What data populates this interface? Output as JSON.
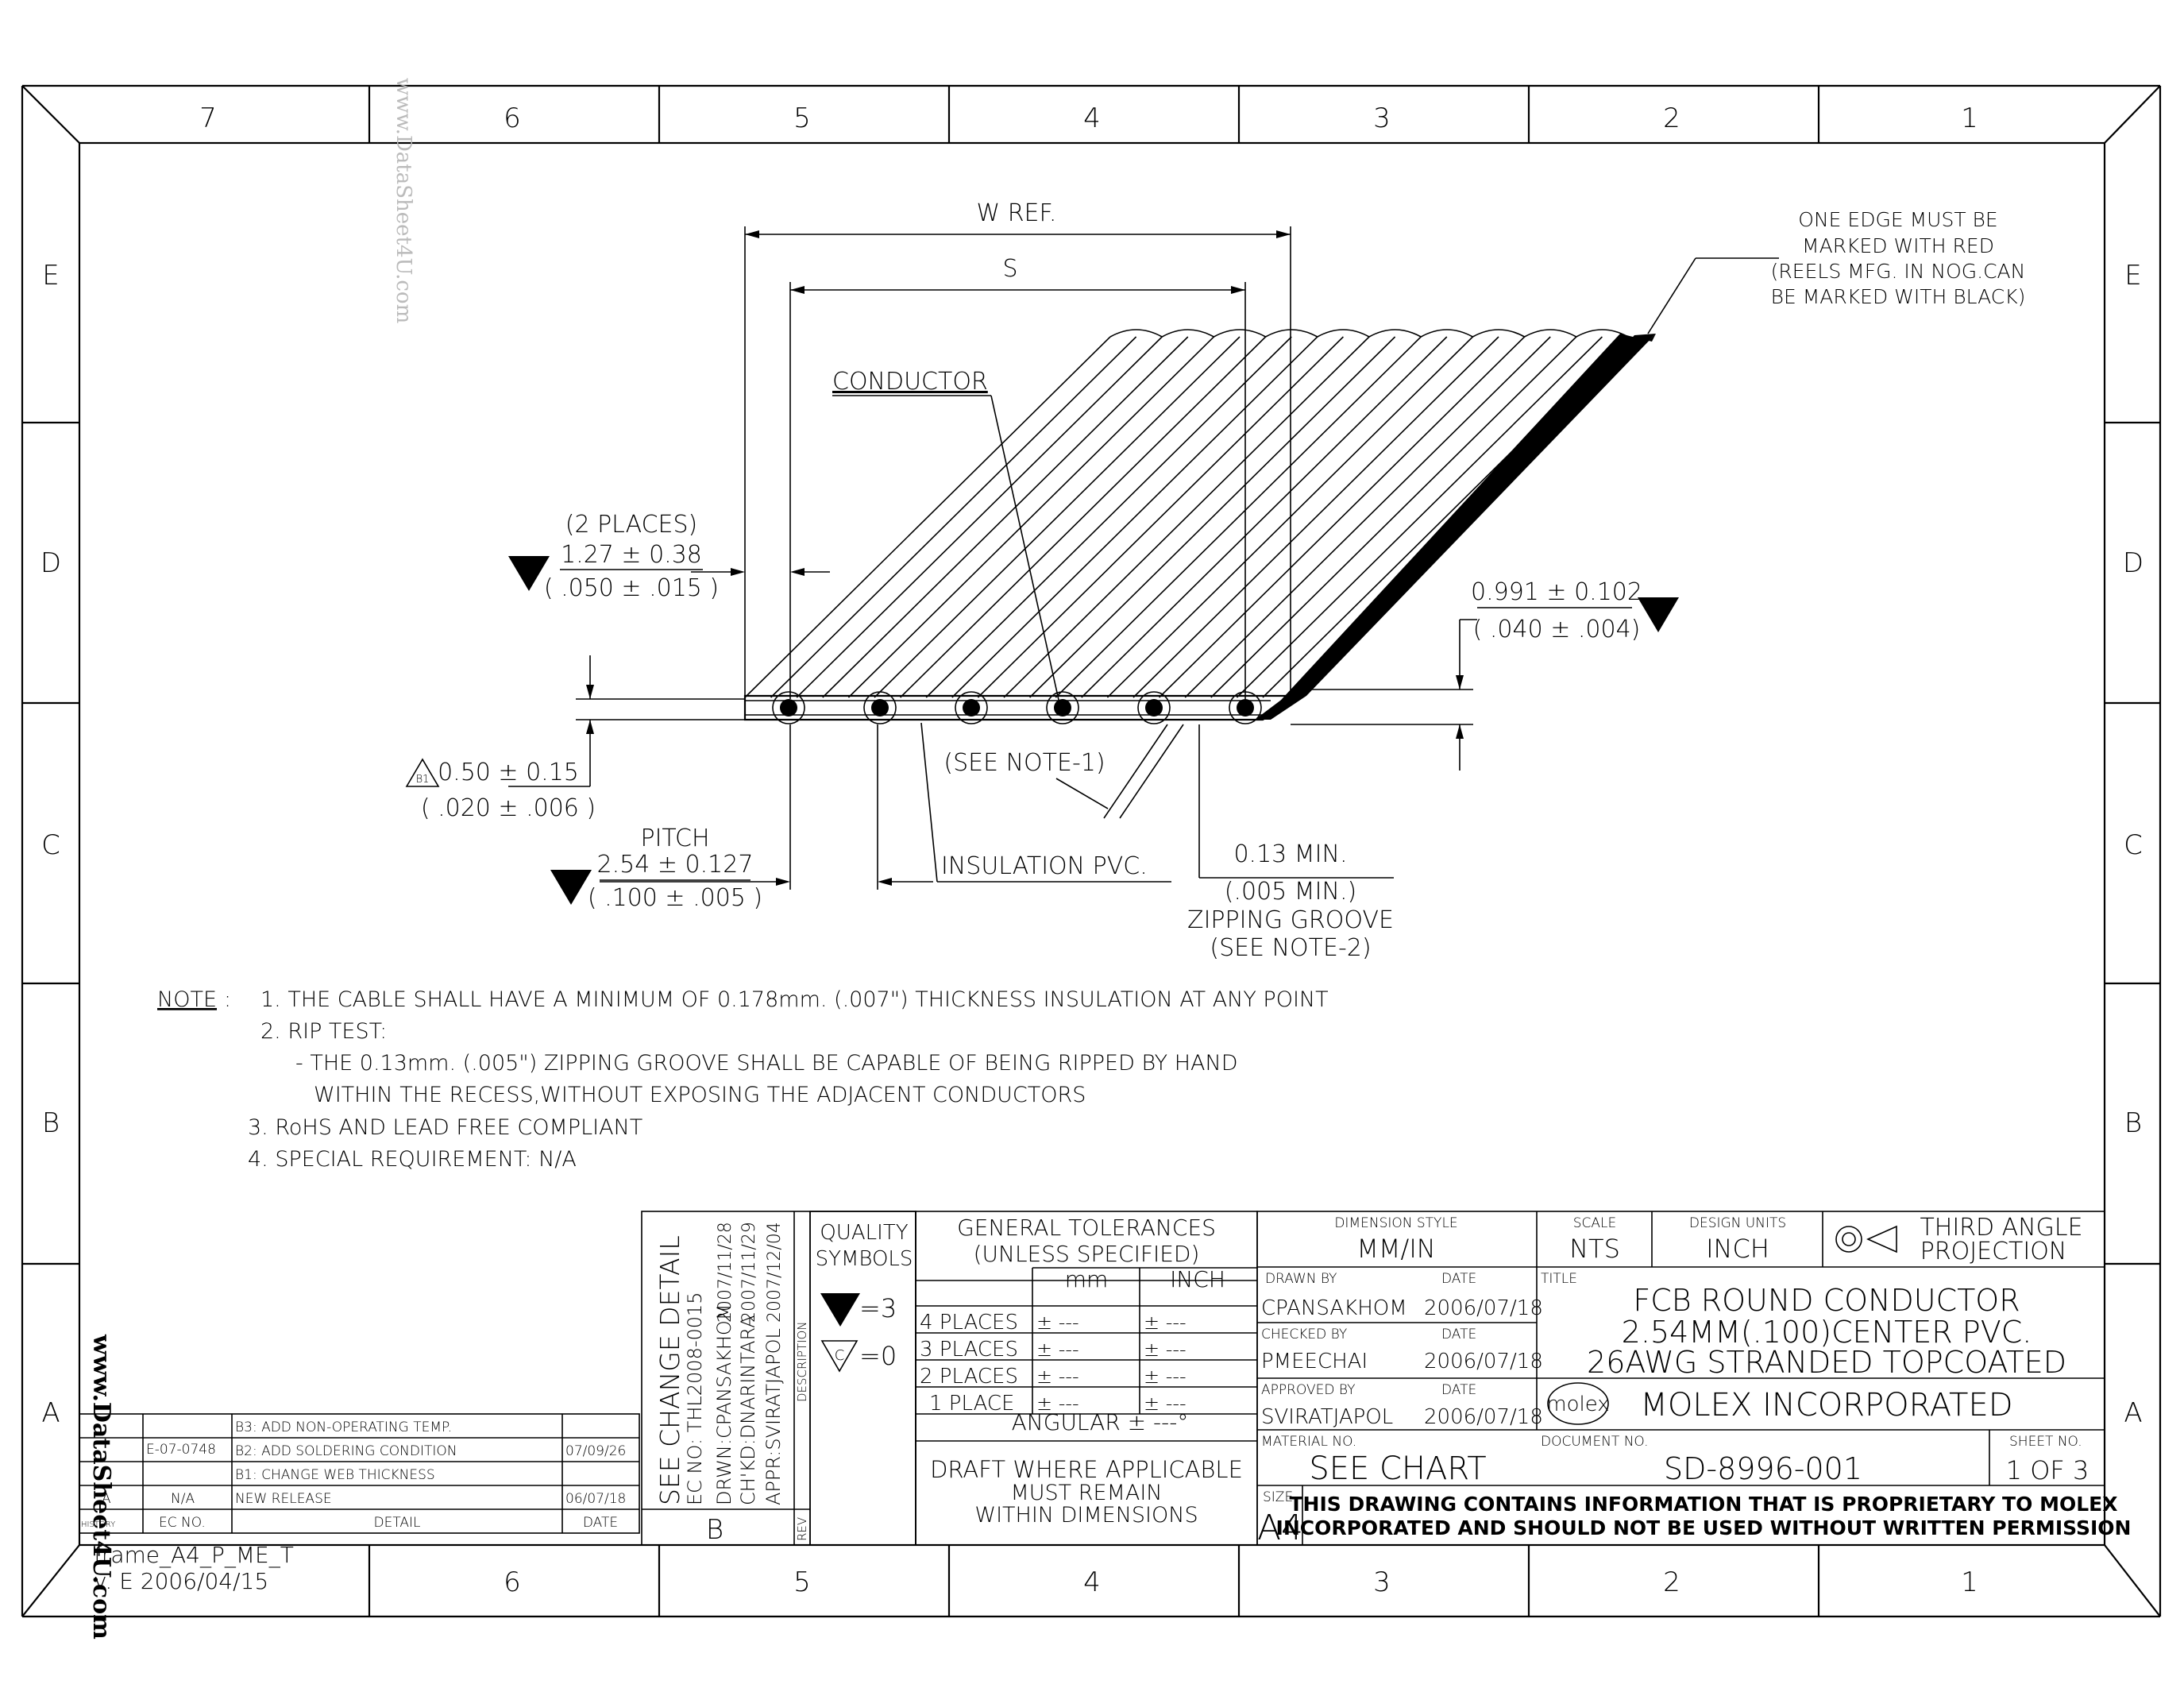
{
  "frame": {
    "columns_top": [
      "7",
      "6",
      "5",
      "4",
      "3",
      "2",
      "1"
    ],
    "columns_bottom": [
      "6",
      "5",
      "4",
      "3",
      "2",
      "1"
    ],
    "rows_left": [
      "E",
      "D",
      "C",
      "B",
      "A"
    ],
    "rows_right": [
      "E",
      "D",
      "C",
      "B",
      "A"
    ]
  },
  "watermarks": {
    "top": "www.DataSheet4U.com",
    "left": "www.DataSheet4U.com"
  },
  "diagram": {
    "w_ref": "W REF.",
    "s": "S",
    "conductor": "CONDUCTOR",
    "edge_note": [
      "ONE EDGE MUST BE",
      "MARKED WITH RED",
      "(REELS MFG. IN NOG.CAN",
      "BE MARKED WITH BLACK)"
    ],
    "two_places": "(2 PLACES)",
    "dim_127": "1.27 ± 0.38",
    "dim_050": "( .050 ± .015 )",
    "dim_0991": "0.991 ± 0.102",
    "dim_040": "( .040 ± .004)",
    "dim_050b_badge": "B1",
    "dim_050b": "0.50 ± 0.15",
    "dim_020": "( .020 ± .006 )",
    "see_note1": "(SEE NOTE-1)",
    "pitch": "PITCH",
    "dim_254": "2.54 ± 0.127",
    "dim_100": "( .100 ± .005 )",
    "insulation": "INSULATION PVC.",
    "min_013": "0.13  MIN.",
    "min_005": "(.005  MIN.)",
    "zipping": "ZIPPING  GROOVE",
    "see_note2": "(SEE  NOTE-2)"
  },
  "notes": {
    "label": "NOTE",
    "colon": ":",
    "lines": [
      "1. THE CABLE SHALL HAVE A MINIMUM OF 0.178mm. (.007\") THICKNESS INSULATION AT ANY POINT",
      "2. RIP TEST:",
      "- THE 0.13mm. (.005\") ZIPPING GROOVE SHALL BE CAPABLE OF BEING RIPPED BY HAND",
      "WITHIN THE RECESS,WITHOUT EXPOSING THE ADJACENT CONDUCTORS",
      "3. RoHS AND LEAD FREE COMPLIANT",
      "4. SPECIAL REQUIREMENT: N/A"
    ]
  },
  "revision_table": {
    "rows": [
      {
        "rev": "",
        "ec": "E-07-0748",
        "detail": "B3: ADD NON-OPERATING TEMP.",
        "date": ""
      },
      {
        "rev": "",
        "ec": "",
        "detail": "B2: ADD SOLDERING CONDITION",
        "date": "07/09/26"
      },
      {
        "rev": "",
        "ec": "",
        "detail": "B1: CHANGE WEB THICKNESS",
        "date": ""
      },
      {
        "rev": "A",
        "ec": "N/A",
        "detail": "NEW RELEASE",
        "date": "06/07/18"
      }
    ],
    "header_rev": "HISTORY",
    "header_ec": "EC NO.",
    "header_detail": "DETAIL",
    "header_date": "DATE"
  },
  "change_detail": {
    "title": "SEE CHANGE DETAIL",
    "ec": "EC NO: THL2008-0015",
    "drwn": "DRWN:CPANSAKHOM",
    "drwn_date": "2007/11/28",
    "chkd": "CH'KD:DNARINTARA",
    "chkd_date": "2007/11/29",
    "appr": "APPR:SVIRATJAPOL",
    "appr_date": "2007/12/04",
    "description": "DESCRIPTION",
    "rev_label": "REV",
    "rev_value": "B"
  },
  "quality": {
    "title1": "QUALITY",
    "title2": "SYMBOLS",
    "sym1": "=3",
    "sym2_letter": "C",
    "sym2": "=0"
  },
  "tolerances": {
    "title1": "GENERAL  TOLERANCES",
    "title2": "(UNLESS  SPECIFIED)",
    "col_mm": "mm",
    "col_inch": "INCH",
    "rows": [
      {
        "label": "4 PLACES",
        "mm": "± ---",
        "inch": "± ---"
      },
      {
        "label": "3 PLACES",
        "mm": "± ---",
        "inch": "± ---"
      },
      {
        "label": "2 PLACES",
        "mm": "± ---",
        "inch": "± ---"
      },
      {
        "label": "1 PLACE",
        "mm": "± ---",
        "inch": "± ---"
      }
    ],
    "angular": "ANGULAR ± ---°",
    "draft1": "DRAFT WHERE APPLICABLE",
    "draft2": "MUST REMAIN",
    "draft3": "WITHIN DIMENSIONS"
  },
  "title_block": {
    "dim_style_label": "DIMENSION STYLE",
    "dim_style": "MM/IN",
    "scale_label": "SCALE",
    "scale": "NTS",
    "design_units_label": "DESIGN UNITS",
    "design_units": "INCH",
    "projection1": "THIRD  ANGLE",
    "projection2": "PROJECTION",
    "drawn_by_label": "DRAWN BY",
    "drawn_by": "CPANSAKHOM",
    "drawn_date_label": "DATE",
    "drawn_date": "2006/07/18",
    "checked_by_label": "CHECKED BY",
    "checked_by": "PMEECHAI",
    "checked_date_label": "DATE",
    "checked_date": "2006/07/18",
    "approved_by_label": "APPROVED BY",
    "approved_by": "SVIRATJAPOL",
    "approved_date_label": "DATE",
    "approved_date": "2006/07/18",
    "title_label": "TITLE",
    "title1": "FCB ROUND CONDUCTOR",
    "title2": "2.54MM(.100)CENTER PVC.",
    "title3": "26AWG STRANDED TOPCOATED",
    "logo": "molex",
    "company": "MOLEX  INCORPORATED",
    "material_label": "MATERIAL NO.",
    "material": "SEE  CHART",
    "document_label": "DOCUMENT NO.",
    "document": "SD-8996-001",
    "sheet_label": "SHEET NO.",
    "sheet": "1  OF  3",
    "size_label": "SIZE",
    "size": "A4",
    "proprietary1": "THIS DRAWING CONTAINS INFORMATION THAT IS PROPRIETARY TO MOLEX",
    "proprietary2": "INCORPORATED AND SHOULD NOT BE USED WITHOUT WRITTEN PERMISSION"
  },
  "frame_info": {
    "line1": "frame_A4_P_ME_T",
    "line2": "v. E 2006/04/15"
  }
}
